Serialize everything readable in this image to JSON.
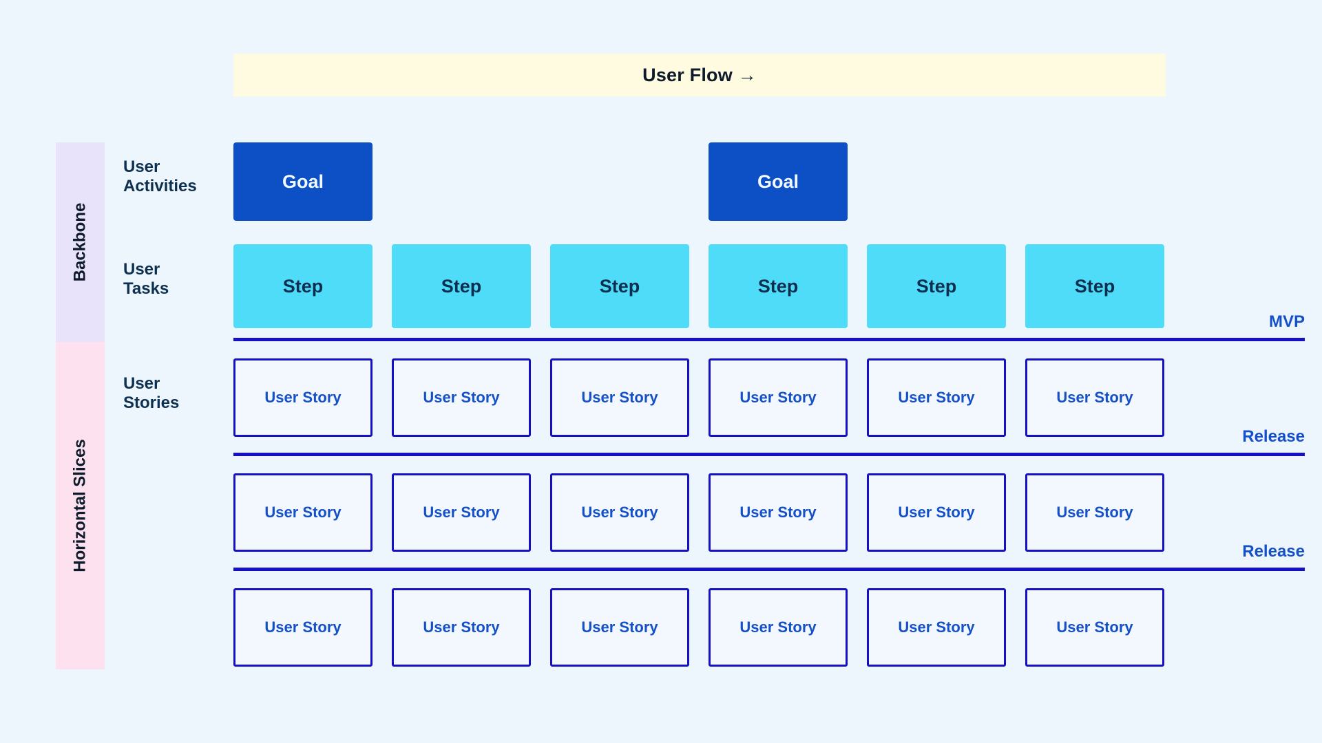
{
  "banner": {
    "label": "User Flow →"
  },
  "bands": [
    {
      "name": "backbone",
      "label": "Backbone",
      "color": "#e9e2fb"
    },
    {
      "name": "horizontal-slices",
      "label": "Horizontal Slices",
      "color": "#fde1ee"
    }
  ],
  "row_labels": {
    "activities": "User\nActivities",
    "activities_line1": "User",
    "activities_line2": "Activities",
    "tasks_line1": "User",
    "tasks_line2": "Tasks",
    "stories_line1": "User",
    "stories_line2": "Stories"
  },
  "colors": {
    "background": "#eef6fd",
    "banner": "#fffbe1",
    "goal": "#0d4fc4",
    "step": "#4fdcf8",
    "story_border": "#1510c4",
    "story_text": "#1450c8",
    "divider": "#1510c4",
    "backbone_band": "#e9e2fb",
    "slices_band": "#fde1ee"
  },
  "goals": [
    {
      "label": "Goal",
      "column": 0
    },
    {
      "label": "Goal",
      "column": 3
    }
  ],
  "steps": [
    {
      "label": "Step"
    },
    {
      "label": "Step"
    },
    {
      "label": "Step"
    },
    {
      "label": "Step"
    },
    {
      "label": "Step"
    },
    {
      "label": "Step"
    }
  ],
  "story_rows": [
    {
      "release_label": "MVP",
      "stories": [
        {
          "label": "User Story"
        },
        {
          "label": "User Story"
        },
        {
          "label": "User Story"
        },
        {
          "label": "User Story"
        },
        {
          "label": "User Story"
        },
        {
          "label": "User Story"
        }
      ]
    },
    {
      "release_label": "Release",
      "stories": [
        {
          "label": "User Story"
        },
        {
          "label": "User Story"
        },
        {
          "label": "User Story"
        },
        {
          "label": "User Story"
        },
        {
          "label": "User Story"
        },
        {
          "label": "User Story"
        }
      ]
    },
    {
      "release_label": "Release",
      "stories": [
        {
          "label": "User Story"
        },
        {
          "label": "User Story"
        },
        {
          "label": "User Story"
        },
        {
          "label": "User Story"
        },
        {
          "label": "User Story"
        },
        {
          "label": "User Story"
        }
      ]
    }
  ],
  "dividers": [
    {
      "name": "mvp-divider",
      "label": "MVP"
    },
    {
      "name": "release-divider-1",
      "label": "Release"
    },
    {
      "name": "release-divider-2",
      "label": "Release"
    }
  ]
}
